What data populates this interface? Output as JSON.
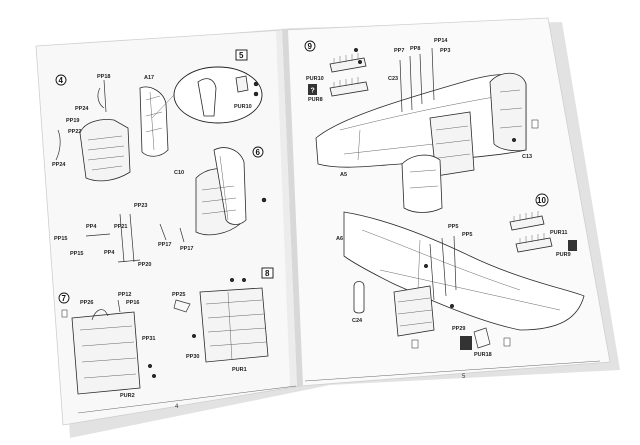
{
  "image": {
    "subject": "open-instruction-booklet",
    "background_color": "#ffffff",
    "paper_color": "#f7f7f7",
    "shadow_color": "#d9d9d9",
    "ink_color": "#222222"
  },
  "left_page": {
    "page_number": "4",
    "steps": [
      {
        "number": "4",
        "labels": [
          "PP18",
          "A17",
          "PP24",
          "PP19",
          "PP22",
          "PP24"
        ]
      },
      {
        "number": "5",
        "labels": [
          "PUR10"
        ]
      },
      {
        "number": "6",
        "labels": [
          "C10",
          "PP23",
          "PP4",
          "PP21",
          "PP15",
          "PP15",
          "PP4",
          "PP20",
          "PP17",
          "PP17"
        ]
      },
      {
        "number": "7",
        "labels": [
          "PP26",
          "PP12",
          "PP16",
          "PP31",
          "PUR2"
        ]
      },
      {
        "number": "8",
        "labels": [
          "PP25",
          "PP30",
          "PUR1"
        ]
      }
    ]
  },
  "right_page": {
    "page_number": "5",
    "steps": [
      {
        "number": "9",
        "labels": [
          "PUR10",
          "PUR8",
          "PP7",
          "PP14",
          "PP8",
          "PP3",
          "C23",
          "A5",
          "C13"
        ]
      },
      {
        "number": "10",
        "labels": [
          "PUR11",
          "PUR9",
          "A6",
          "PP5",
          "PP5",
          "C24",
          "PP29",
          "PUR18"
        ]
      }
    ],
    "badge_glyph": "?"
  }
}
